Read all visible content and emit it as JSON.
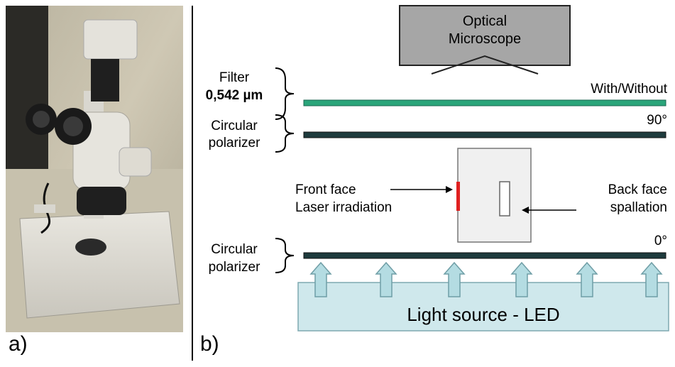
{
  "panel_a": {
    "label": "a)"
  },
  "panel_b": {
    "label": "b)"
  },
  "microscope": {
    "line1": "Optical",
    "line2": "Microscope"
  },
  "filter": {
    "line1": "Filter",
    "line2": "0,542 µm",
    "note": "With/Without",
    "color": "#2aa57a"
  },
  "top_polarizer": {
    "line1": "Circular",
    "line2": "polarizer",
    "angle": "90°",
    "color": "#1e3b3d"
  },
  "bottom_polarizer": {
    "line1": "Circular",
    "line2": "polarizer",
    "angle": "0°",
    "color": "#1e3b3d"
  },
  "sample": {
    "front_line1": "Front face",
    "front_line2": "Laser irradiation",
    "back_line1": "Back face",
    "back_line2": "spallation",
    "laser_color": "#e02020"
  },
  "light_source": {
    "label": "Light source - LED",
    "color": "#cfe8ec",
    "arrow_color": "#b4dce2"
  }
}
